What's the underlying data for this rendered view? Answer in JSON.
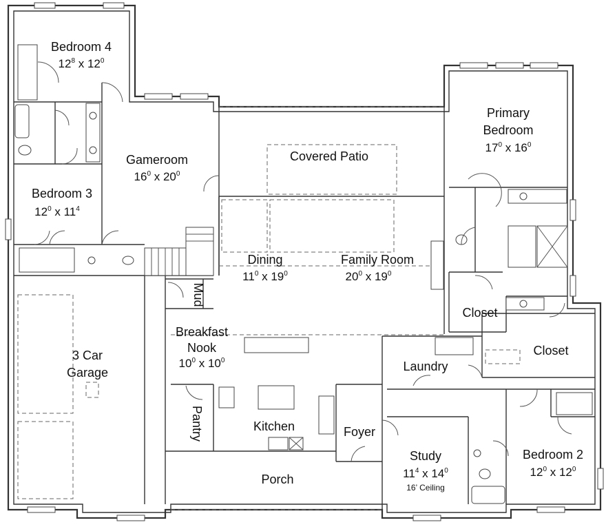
{
  "rooms": {
    "bedroom4": {
      "name": "Bedroom 4",
      "w_ft": "12",
      "w_in": "8",
      "d_ft": "12",
      "d_in": "0"
    },
    "bedroom3": {
      "name": "Bedroom 3",
      "w_ft": "12",
      "w_in": "0",
      "d_ft": "11",
      "d_in": "4"
    },
    "gameroom": {
      "name": "Gameroom",
      "w_ft": "16",
      "w_in": "0",
      "d_ft": "20",
      "d_in": "0"
    },
    "covered_patio": {
      "name": "Covered Patio"
    },
    "primary_bedroom": {
      "name_line1": "Primary",
      "name_line2": "Bedroom",
      "w_ft": "17",
      "w_in": "0",
      "d_ft": "16",
      "d_in": "0"
    },
    "dining": {
      "name": "Dining",
      "w_ft": "11",
      "w_in": "0",
      "d_ft": "19",
      "d_in": "0"
    },
    "family_room": {
      "name": "Family Room",
      "w_ft": "20",
      "w_in": "0",
      "d_ft": "19",
      "d_in": "0"
    },
    "mud": {
      "name": "Mud"
    },
    "primary_closet": {
      "name": "Closet"
    },
    "walk_closet": {
      "name": "Closet"
    },
    "garage": {
      "name_line1": "3 Car",
      "name_line2": "Garage"
    },
    "breakfast_nook": {
      "name_line1": "Breakfast",
      "name_line2": "Nook",
      "w_ft": "10",
      "w_in": "0",
      "d_ft": "10",
      "d_in": "0"
    },
    "laundry": {
      "name": "Laundry"
    },
    "pantry": {
      "name": "Pantry"
    },
    "kitchen": {
      "name": "Kitchen"
    },
    "foyer": {
      "name": "Foyer"
    },
    "study": {
      "name": "Study",
      "w_ft": "11",
      "w_in": "4",
      "d_ft": "14",
      "d_in": "0",
      "note": "16’ Ceiling"
    },
    "bedroom2": {
      "name": "Bedroom 2",
      "w_ft": "12",
      "w_in": "0",
      "d_ft": "12",
      "d_in": "0"
    },
    "porch": {
      "name": "Porch"
    }
  }
}
